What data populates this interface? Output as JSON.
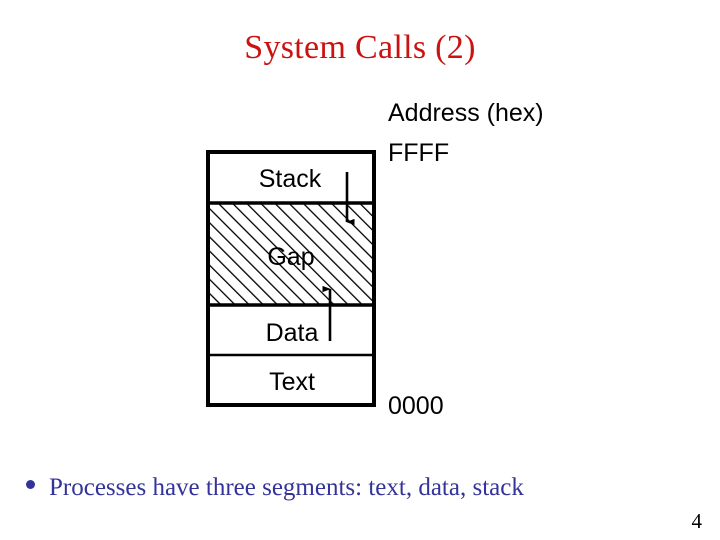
{
  "slide": {
    "title": "System Calls (2)",
    "page_number": "4",
    "title_color": "#cc1111",
    "body_color": "#333399",
    "background_color": "#ffffff"
  },
  "diagram": {
    "name": "process-memory-layout",
    "address_header": "Address (hex)",
    "address_top": "FFFF",
    "address_bottom": "0000",
    "segments": [
      {
        "id": "stack",
        "label": "Stack",
        "fill": "none"
      },
      {
        "id": "gap",
        "label": "Gap",
        "fill": "hatched"
      },
      {
        "id": "data",
        "label": "Data",
        "fill": "none"
      },
      {
        "id": "text",
        "label": "Text",
        "fill": "none"
      }
    ],
    "arrows": [
      {
        "id": "stack-grows-down",
        "direction": "down"
      },
      {
        "id": "data-grows-up",
        "direction": "up"
      }
    ]
  },
  "bullets": [
    {
      "marker": "•",
      "text": "Processes have three segments: text, data, stack"
    }
  ]
}
